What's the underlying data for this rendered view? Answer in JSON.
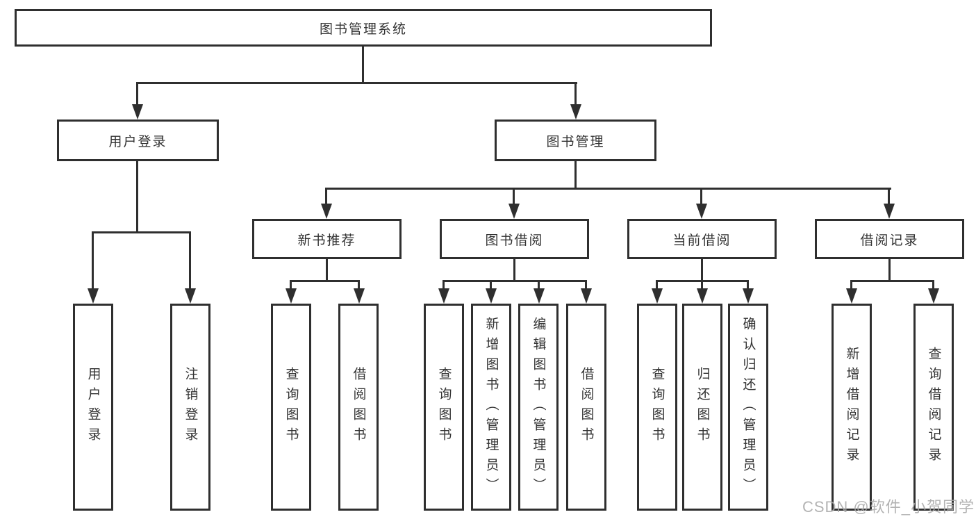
{
  "colors": {
    "line": "#2f2f2f",
    "text": "#333333",
    "background": "#ffffff",
    "watermark": "#a8a8a8"
  },
  "tree": {
    "root": "图书管理系统",
    "login_branch": {
      "label": "用户登录",
      "children": [
        "用户登录",
        "注销登录"
      ]
    },
    "mgmt_branch": {
      "label": "图书管理",
      "groups": [
        {
          "label": "新书推荐",
          "children": [
            "查询图书",
            "借阅图书"
          ]
        },
        {
          "label": "图书借阅",
          "children": [
            "查询图书",
            "新增图书（管理员）",
            "编辑图书（管理员）",
            "借阅图书"
          ]
        },
        {
          "label": "当前借阅",
          "children": [
            "查询图书",
            "归还图书",
            "确认归还（管理员）"
          ]
        },
        {
          "label": "借阅记录",
          "children": [
            "新增借阅记录",
            "查询借阅记录"
          ]
        }
      ]
    }
  },
  "watermark": {
    "text": "CSDN @软件_小贺同学"
  }
}
